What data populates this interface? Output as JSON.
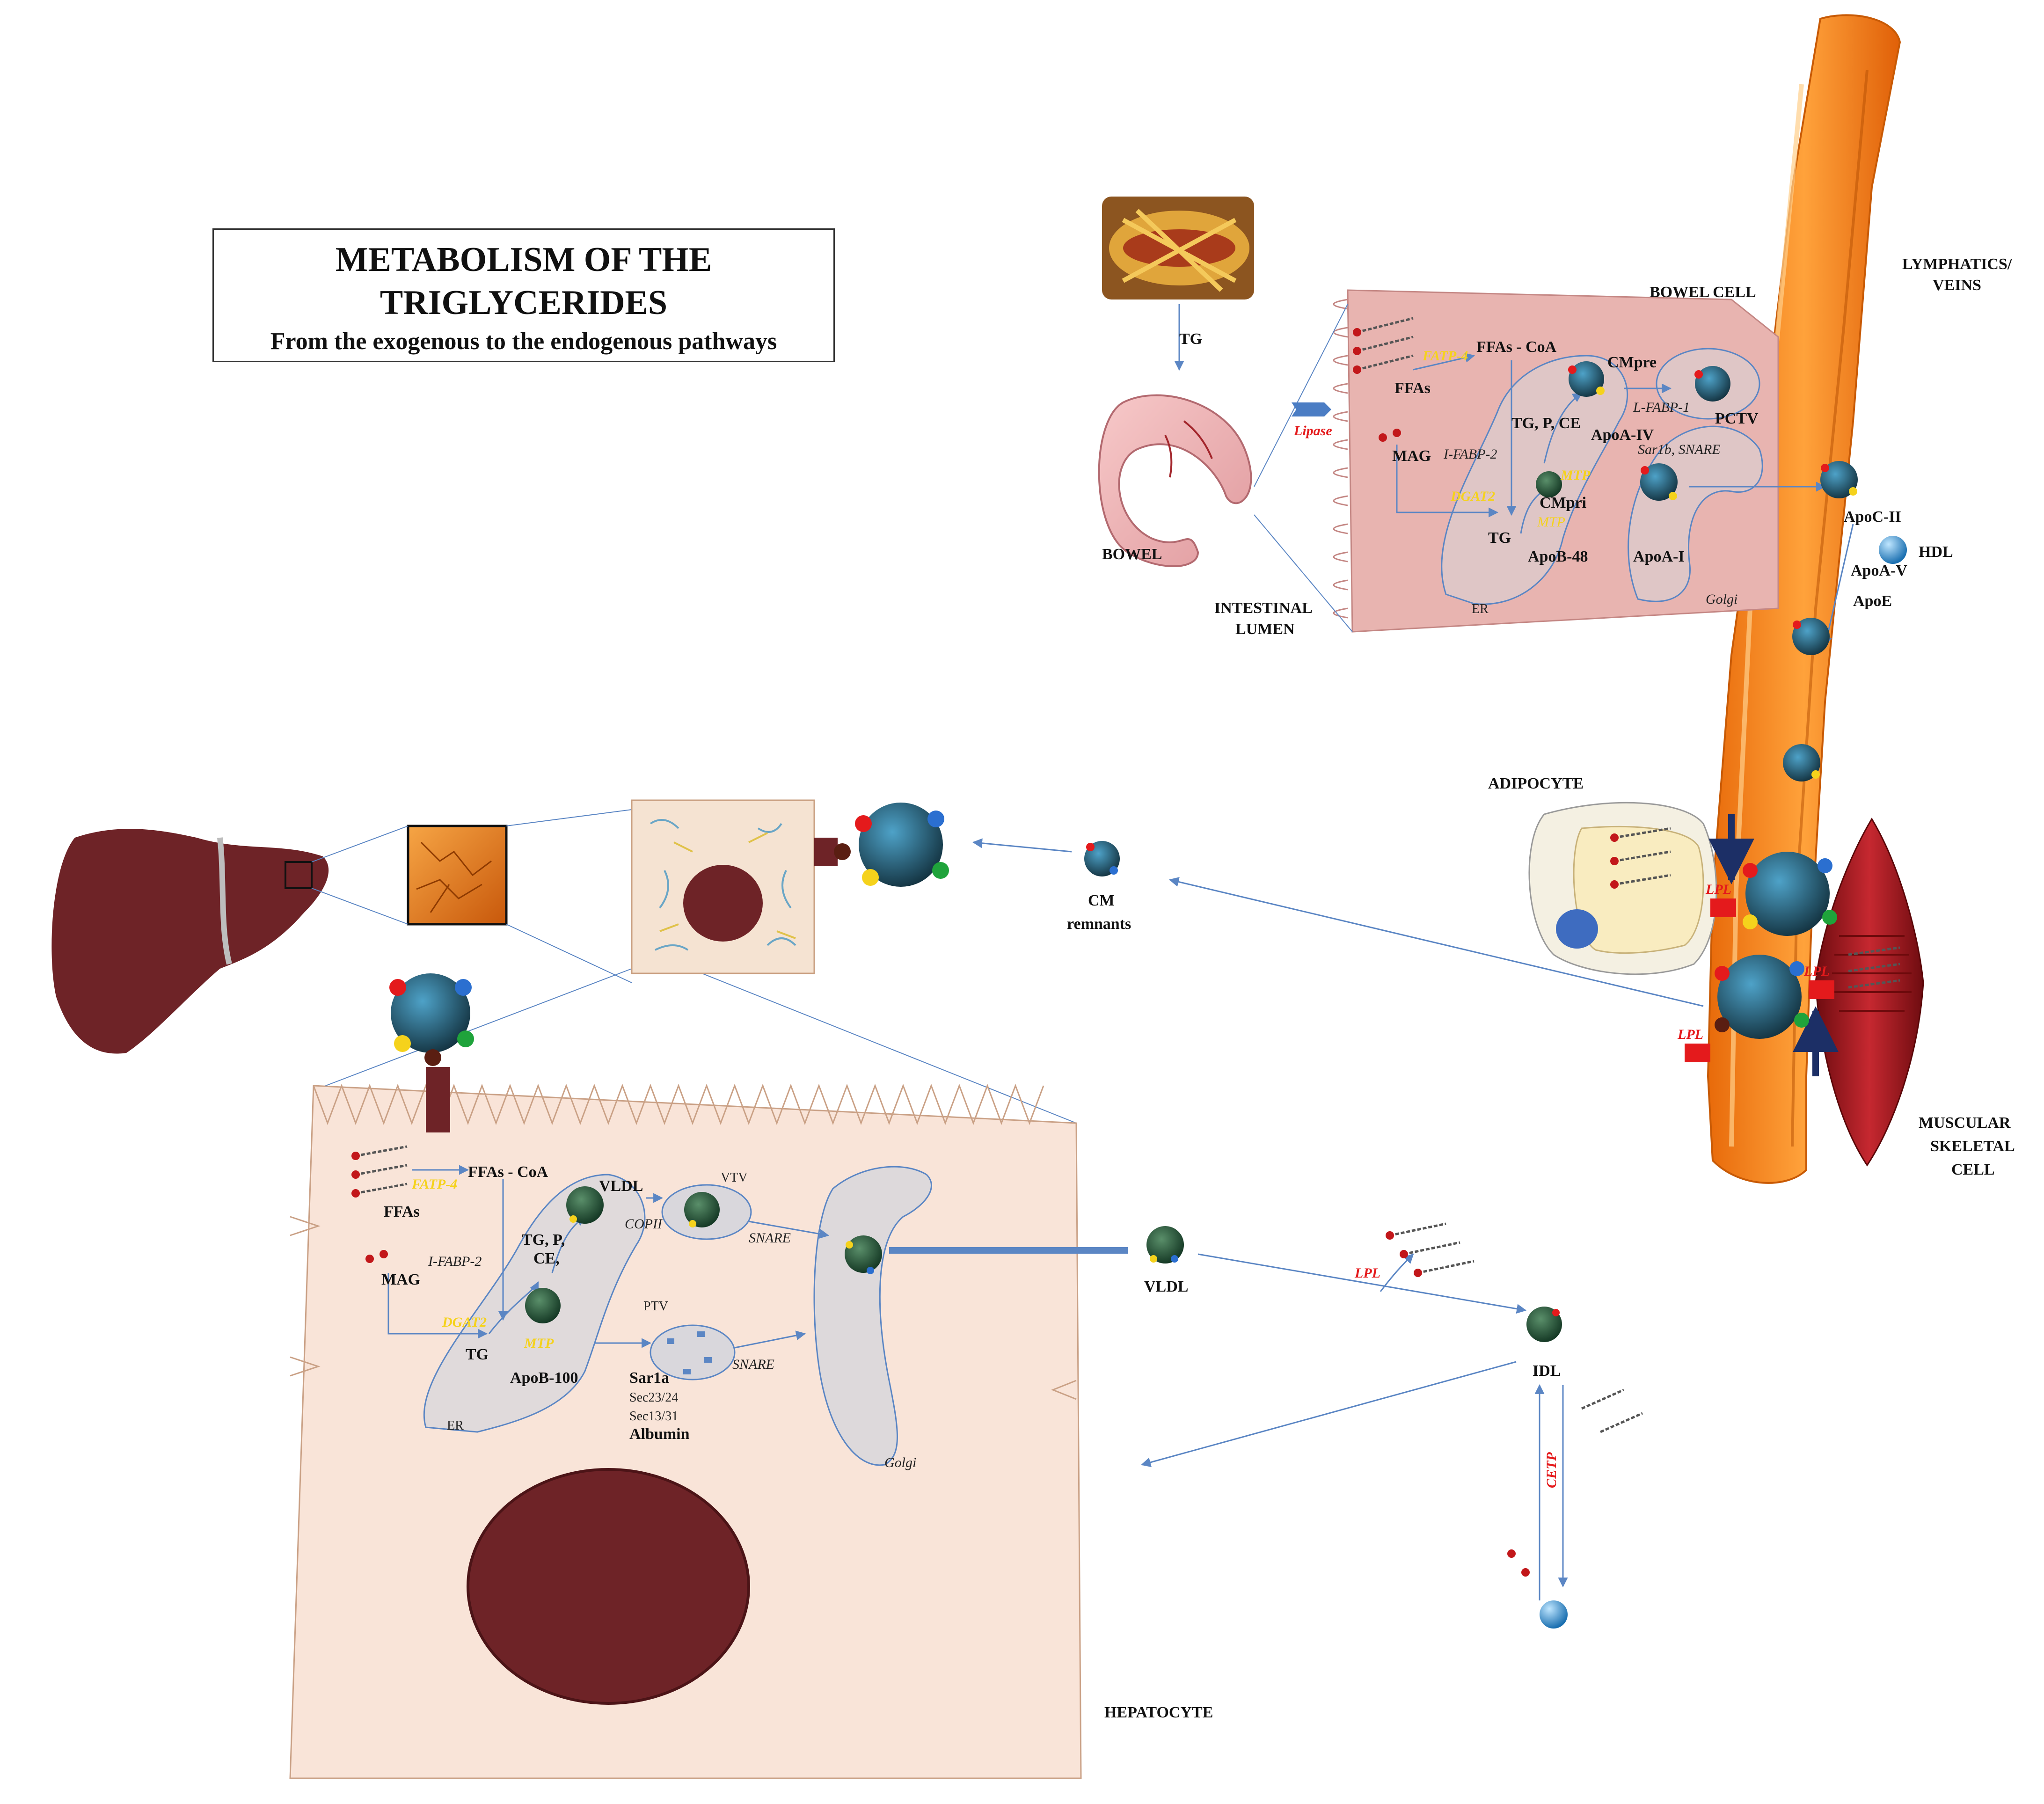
{
  "title": {
    "line1": "METABOLISM OF THE",
    "line2": "TRIGLYCERIDES",
    "subtitle": "From the exogenous to the endogenous pathways"
  },
  "bowel_section": {
    "tg": "TG",
    "bowel": "BOWEL",
    "intestinal_lumen_1": "INTESTINAL",
    "intestinal_lumen_2": "LUMEN",
    "lipase": "Lipase",
    "bowel_cell": "BOWEL CELL",
    "ffas": "FFAs",
    "mag": "MAG",
    "fatp4": "FATP-4",
    "ffas_coa": "FFAs - CoA",
    "ifabp2": "I-FABP-2",
    "dgat2": "DGAT2",
    "tg_inner": "TG",
    "tg_p_ce": "TG, P, CE",
    "mtp": "MTP",
    "mtp_small": "MTP",
    "apob48": "ApoB-48",
    "cmpre": "CMpre",
    "cmpri": "CMpri",
    "apoa4": "ApoA-IV",
    "lfabp1": "L-FABP-1",
    "sar1b_snare": "Sar1b, SNARE",
    "pctv": "PCTV",
    "apoa1": "ApoA-I",
    "er": "ER",
    "golgi": "Golgi"
  },
  "vessel_section": {
    "lymphatics_1": "LYMPHATICS/",
    "lymphatics_2": "VEINS",
    "apoc2": "ApoC-II",
    "hdl": "HDL",
    "apoa5": "ApoA-V",
    "apoe": "ApoE",
    "adipocyte": "ADIPOCYTE",
    "lpl_1": "LPL",
    "lpl_2": "LPL",
    "lpl_3": "LPL",
    "muscular_1": "MUSCULAR",
    "muscular_2": "SKELETAL",
    "muscular_3": "CELL"
  },
  "liver_section": {
    "cm": "CM",
    "remnants": "remnants",
    "hepatocyte": "HEPATOCYTE",
    "ffas": "FFAs",
    "mag": "MAG",
    "fatp4": "FATP-4",
    "ffas_coa": "FFAs - CoA",
    "ifabp2": "I-FABP-2",
    "dgat2": "DGAT2",
    "tg": "TG",
    "tg_p": "TG, P,",
    "ce": "CE,",
    "mtp": "MTP",
    "apob100": "ApoB-100",
    "vldl_inner": "VLDL",
    "vtv": "VTV",
    "copii": "COPII",
    "snare_1": "SNARE",
    "ptv": "PTV",
    "snare_2": "SNARE",
    "sar1a": "Sar1a",
    "sec2324": "Sec23/24",
    "sec1331": "Sec13/31",
    "albumin": "Albumin",
    "er": "ER",
    "golgi": "Golgi"
  },
  "circulation": {
    "vldl": "VLDL",
    "lpl": "LPL",
    "idl": "IDL",
    "cetp": "CETP"
  },
  "colors": {
    "vessel": "#f07c14",
    "bowel_cell": "#e8b4b0",
    "hepatocyte": "#f9e4d8",
    "liver": "#6e2327",
    "enzyme_yellow": "#f5d21c",
    "enzyme_red": "#e41a1c",
    "arrow": "#5b86c4"
  }
}
